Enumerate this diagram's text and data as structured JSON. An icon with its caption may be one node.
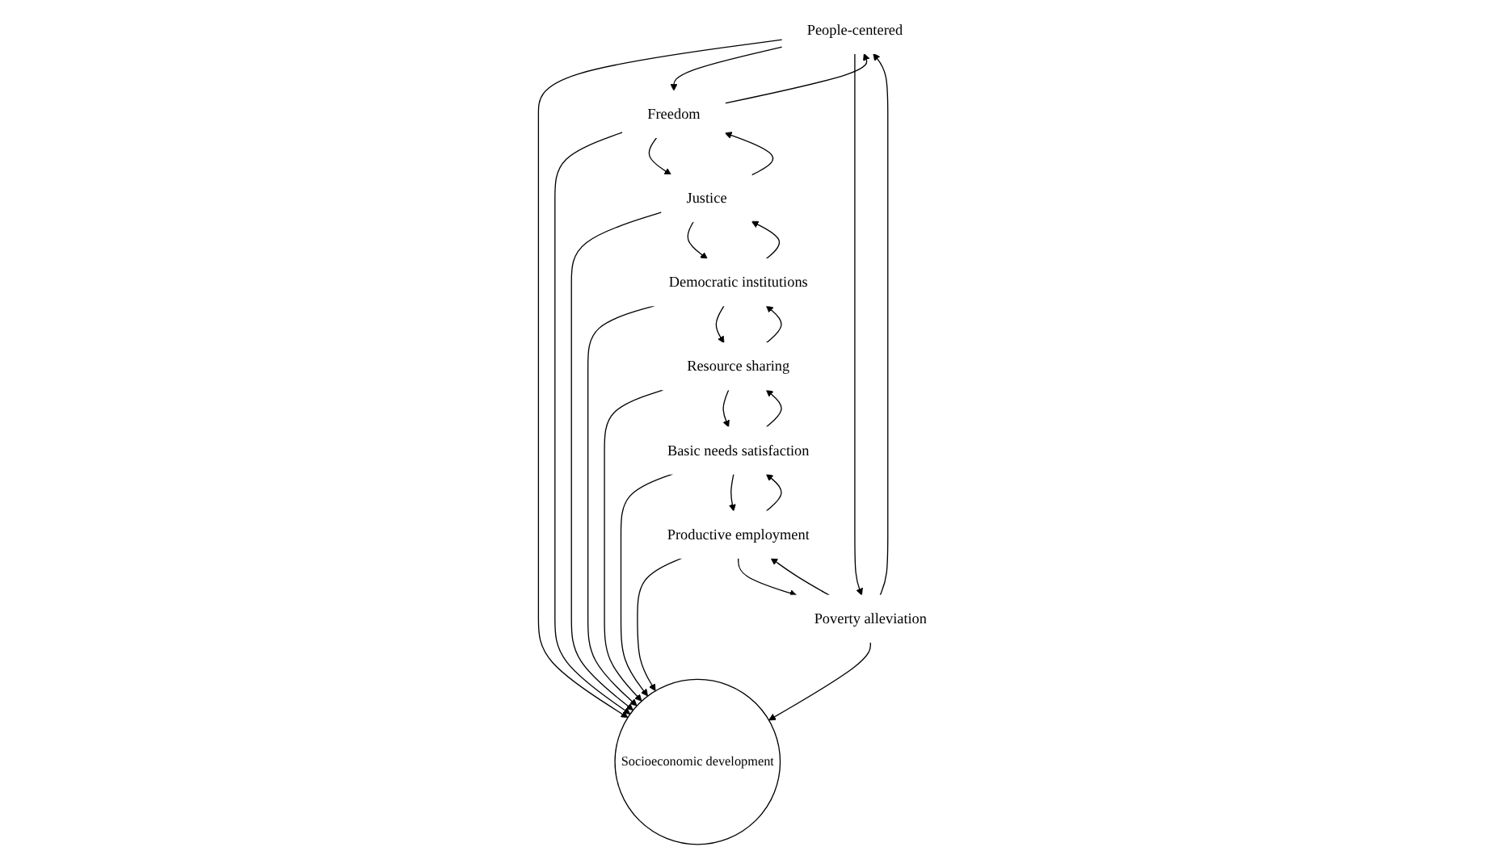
{
  "diagram": {
    "nodes": [
      {
        "text": [
          "People-centered"
        ]
      },
      {
        "text": [
          "Freedom"
        ]
      },
      {
        "text": [
          "Poverty alleviation"
        ]
      },
      {
        "text": [
          "Socioeconomic development"
        ]
      },
      {
        "text": [
          "Justice"
        ]
      },
      {
        "text": [
          "Productive employment"
        ]
      },
      {
        "text": [
          "Democratic institutions"
        ]
      },
      {
        "text": [
          "Basic needs satisfaction"
        ]
      },
      {
        "text": [
          "Resource sharing"
        ]
      }
    ],
    "edges": [
      {
        "from": 0,
        "to": 3,
        "arrow": "to"
      },
      {
        "from": 1,
        "to": 3,
        "arrow": "to"
      },
      {
        "from": 2,
        "to": 3,
        "arrow": "to"
      },
      {
        "from": 4,
        "to": 3,
        "arrow": "to"
      },
      {
        "from": 5,
        "to": 3,
        "arrow": "to"
      },
      {
        "from": 6,
        "to": 3,
        "arrow": "to"
      },
      {
        "from": 7,
        "to": 3,
        "arrow": "to"
      },
      {
        "from": 8,
        "to": 3,
        "arrow": "to"
      },
      {
        "from": 0,
        "to": 1,
        "arrow": "to"
      },
      {
        "from": 1,
        "to": 0,
        "arrow": "to"
      },
      {
        "from": 0,
        "to": 2,
        "arrow": "to"
      },
      {
        "from": 2,
        "to": 0,
        "arrow": "to"
      },
      {
        "from": 2,
        "to": 5,
        "arrow": "to"
      },
      {
        "from": 5,
        "to": 2,
        "arrow": "to"
      },
      {
        "from": 5,
        "to": 7,
        "arrow": "to"
      },
      {
        "from": 7,
        "to": 5,
        "arrow": "to"
      },
      {
        "from": 7,
        "to": 8,
        "arrow": "to"
      },
      {
        "from": 8,
        "to": 7,
        "arrow": "to"
      },
      {
        "from": 8,
        "to": 6,
        "arrow": "to"
      },
      {
        "from": 6,
        "to": 8,
        "arrow": "to"
      },
      {
        "from": 6,
        "to": 4,
        "arrow": "to"
      },
      {
        "from": 4,
        "to": 6,
        "arrow": "to"
      },
      {
        "from": 4,
        "to": 1,
        "arrow": "to"
      },
      {
        "from": 1,
        "to": 4,
        "arrow": "to"
      }
    ]
  }
}
